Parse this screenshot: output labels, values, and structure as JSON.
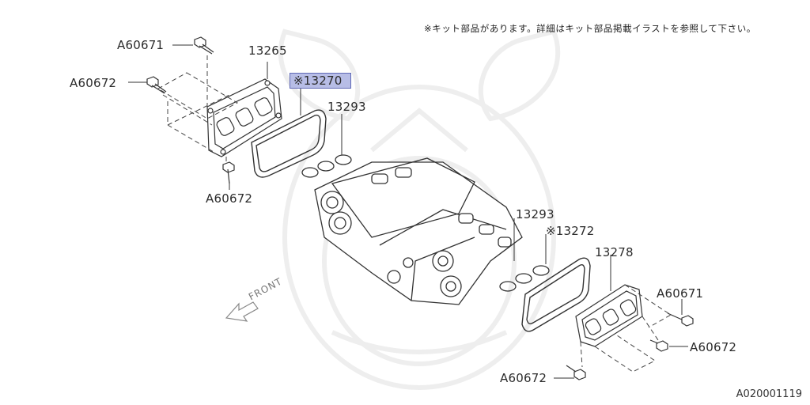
{
  "note": "※キット部品があります。詳細はキット部品掲載イラストを参照して下さい。",
  "diagram_code": "A020001119",
  "front_label": "FRONT",
  "parts": {
    "bolt_a60671_top": "A60671",
    "bolt_a60672_left": "A60672",
    "bolt_a60672_bottom_left": "A60672",
    "rocker_cover_left": "13265",
    "gasket_left": "※13270",
    "plug_seal_left": "13293",
    "plug_seal_right": "13293",
    "gasket_right": "※13272",
    "rocker_cover_right": "13278",
    "bolt_a60671_right": "A60671",
    "bolt_a60672_right": "A60672",
    "bolt_a60672_bottom_right": "A60672"
  }
}
